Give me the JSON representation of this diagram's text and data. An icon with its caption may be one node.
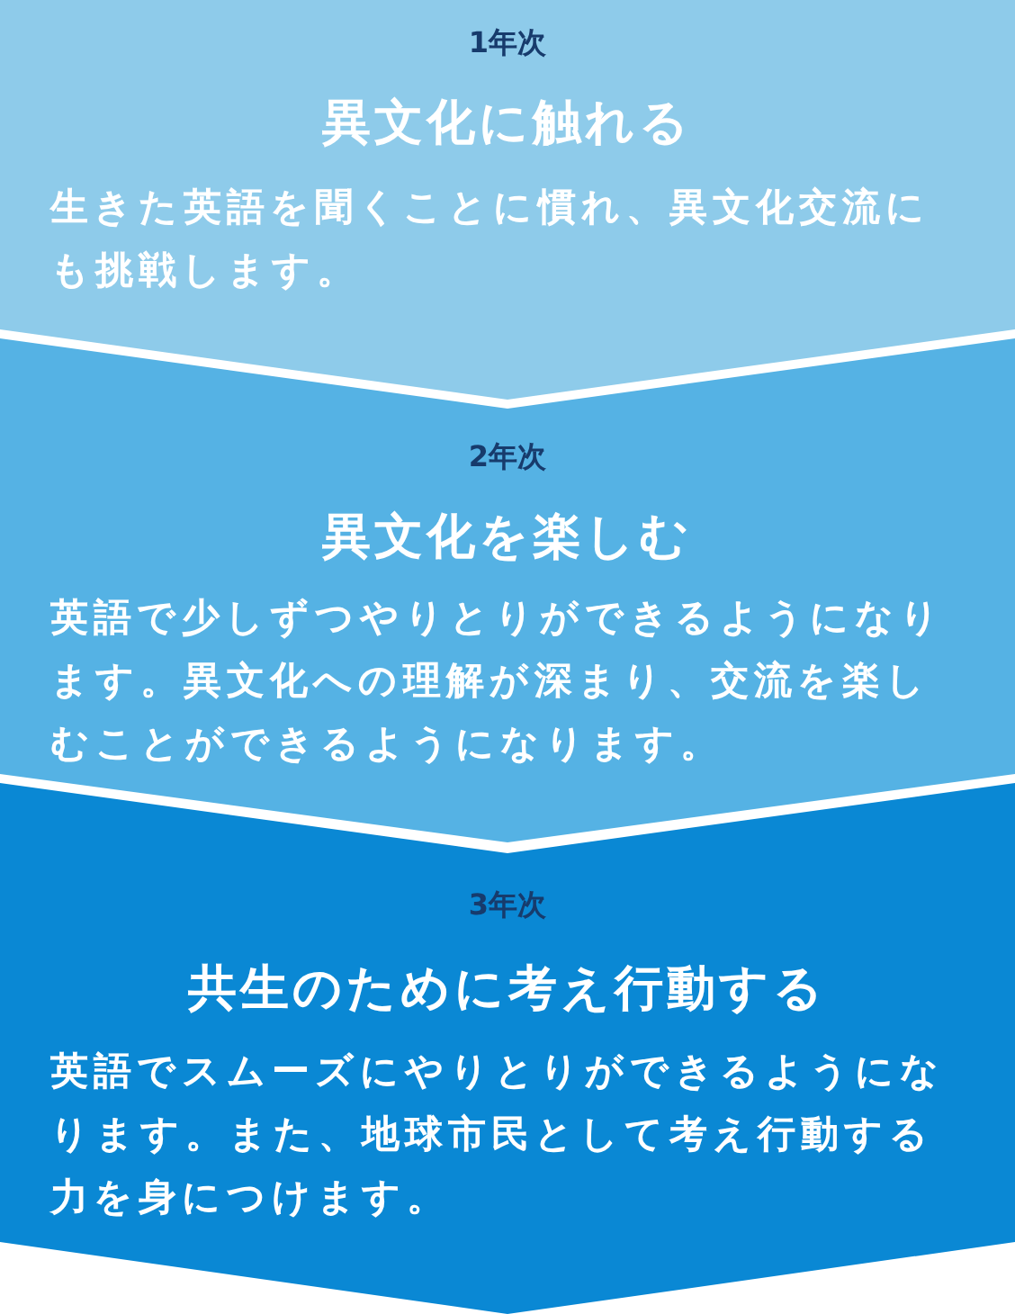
{
  "diagram": {
    "nodes": [
      {
        "text": [
          "1年次",
          "異文化に触れる",
          "生きた英語を聞くことに慣れ、異文化交流にも挑戦します。"
        ]
      },
      {
        "text": [
          "2年次",
          "異文化を楽しむ",
          "英語で少しずつやりとりができるようになります。異文化への理解が深まり、交流を楽しむことができるようになります。"
        ]
      },
      {
        "text": [
          "3年次",
          "共生のために考え行動する",
          "英語でスムーズにやりとりができるようになります。また、地球市民として考え行動する力を身につけます。"
        ]
      }
    ],
    "edges": []
  }
}
